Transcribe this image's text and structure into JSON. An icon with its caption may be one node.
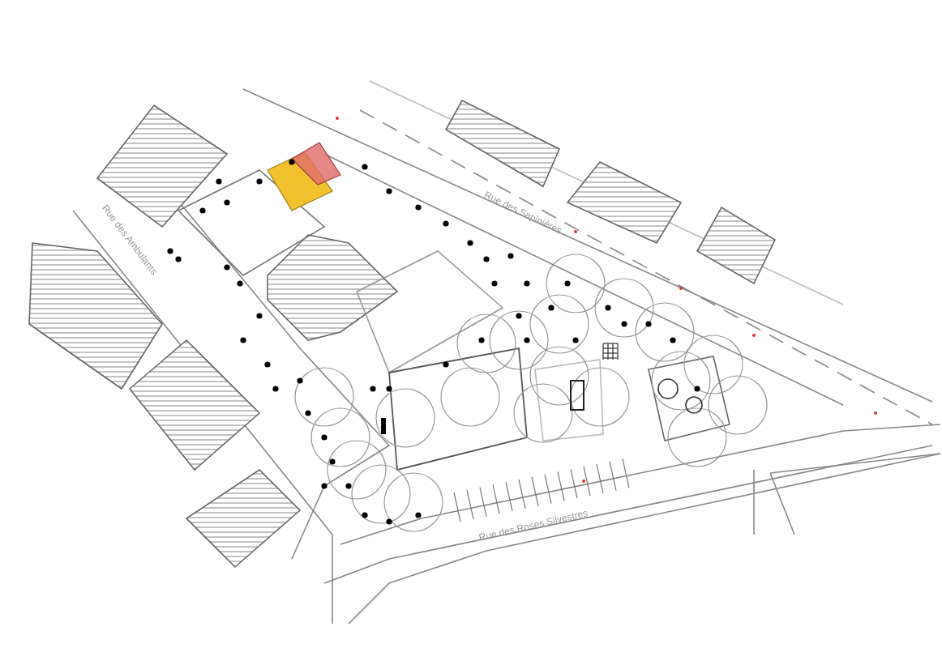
{
  "diagram": {
    "labels": [
      "Rue des Ambulants",
      "Rue des Sapinières",
      "Rue des Roses Silvestres"
    ]
  }
}
